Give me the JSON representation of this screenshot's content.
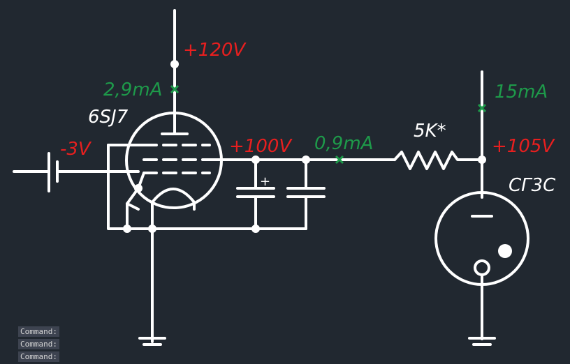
{
  "colors": {
    "background": "#212830",
    "wire": "#ffffff",
    "voltage_label": "#e81f1f",
    "current_label": "#1e9a4a",
    "component_label": "#ffffff"
  },
  "labels": {
    "v_supply": "+120V",
    "i_tube": "2,9mA",
    "tube_type": "6SJ7",
    "v_grid": "-3V",
    "v_screen": "+100V",
    "i_screen": "0,9mA",
    "resistor": "5K*",
    "i_reg": "15mA",
    "v_reg": "+105V",
    "reg_type": "СГ3С",
    "cap_polarity": "+"
  },
  "command_lines": [
    "Command:",
    "Command:",
    "Command:"
  ]
}
